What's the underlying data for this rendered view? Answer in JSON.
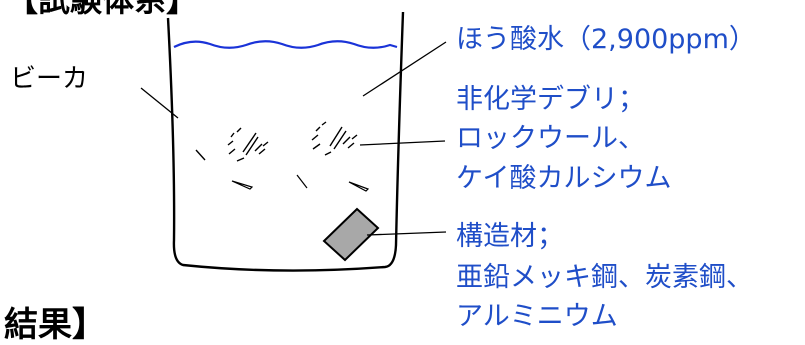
{
  "headers": {
    "top_partial": "【試験体系】",
    "bottom_partial": "結果】"
  },
  "labels": {
    "beaker": "ビーカ",
    "solution": "ほう酸水（2,900ppm）",
    "non_chemical_debris_title": "非化学デブリ；",
    "non_chemical_debris_line1": "ロックウール、",
    "non_chemical_debris_line2": "ケイ酸カルシウム",
    "structural_title": "構造材；",
    "structural_line1": "亜鉛メッキ鋼、炭素鋼、",
    "structural_line2": "アルミニウム"
  },
  "colors": {
    "accent_text": "#1f4ec8",
    "water_line": "#1a33d8",
    "plate_fill": "#a8a8a8"
  }
}
